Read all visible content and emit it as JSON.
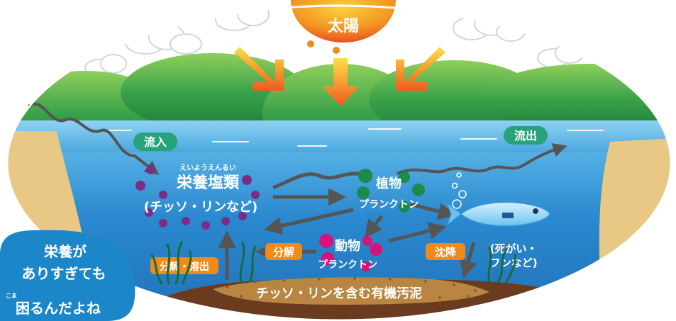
{
  "sun": {
    "label": "太陽"
  },
  "flows": {
    "inflow": "流入",
    "outflow": "流出"
  },
  "nutrients": {
    "ruby": "えいようえんるい",
    "title": "栄養塩類",
    "subtitle": "(チッソ・リンなど)"
  },
  "phytoplankton": {
    "title": "植物",
    "subtitle": "プランクトン"
  },
  "zooplankton": {
    "title": "動物",
    "subtitle": "プランクトン"
  },
  "processes": {
    "decompose": "分解",
    "decompose_dissolve": "分解・溶出",
    "sedimentation": "沈降"
  },
  "dead_matter": {
    "line1": "(死がい・",
    "line2": "フンなど)"
  },
  "sediment": {
    "label": "チッソ・リンを含む有機汚泥"
  },
  "speech": {
    "line1": "栄養が",
    "line2": "ありすぎても",
    "line3": "困るんだよね",
    "ruby": "こま"
  },
  "colors": {
    "sky": "#ffffff",
    "water": "#3d9ad6",
    "mountain": "#2f9a4a",
    "sun": "#ef5a24",
    "badge": "#f08a1c",
    "tag": "#27a27a",
    "nutrient_dot": "#7b2d86",
    "phyto_dot": "#1b8a4a",
    "zoo_dot": "#d7127a",
    "sediment": "#a0682e",
    "bubble": "#1b86c8",
    "arrow": "#555555"
  }
}
